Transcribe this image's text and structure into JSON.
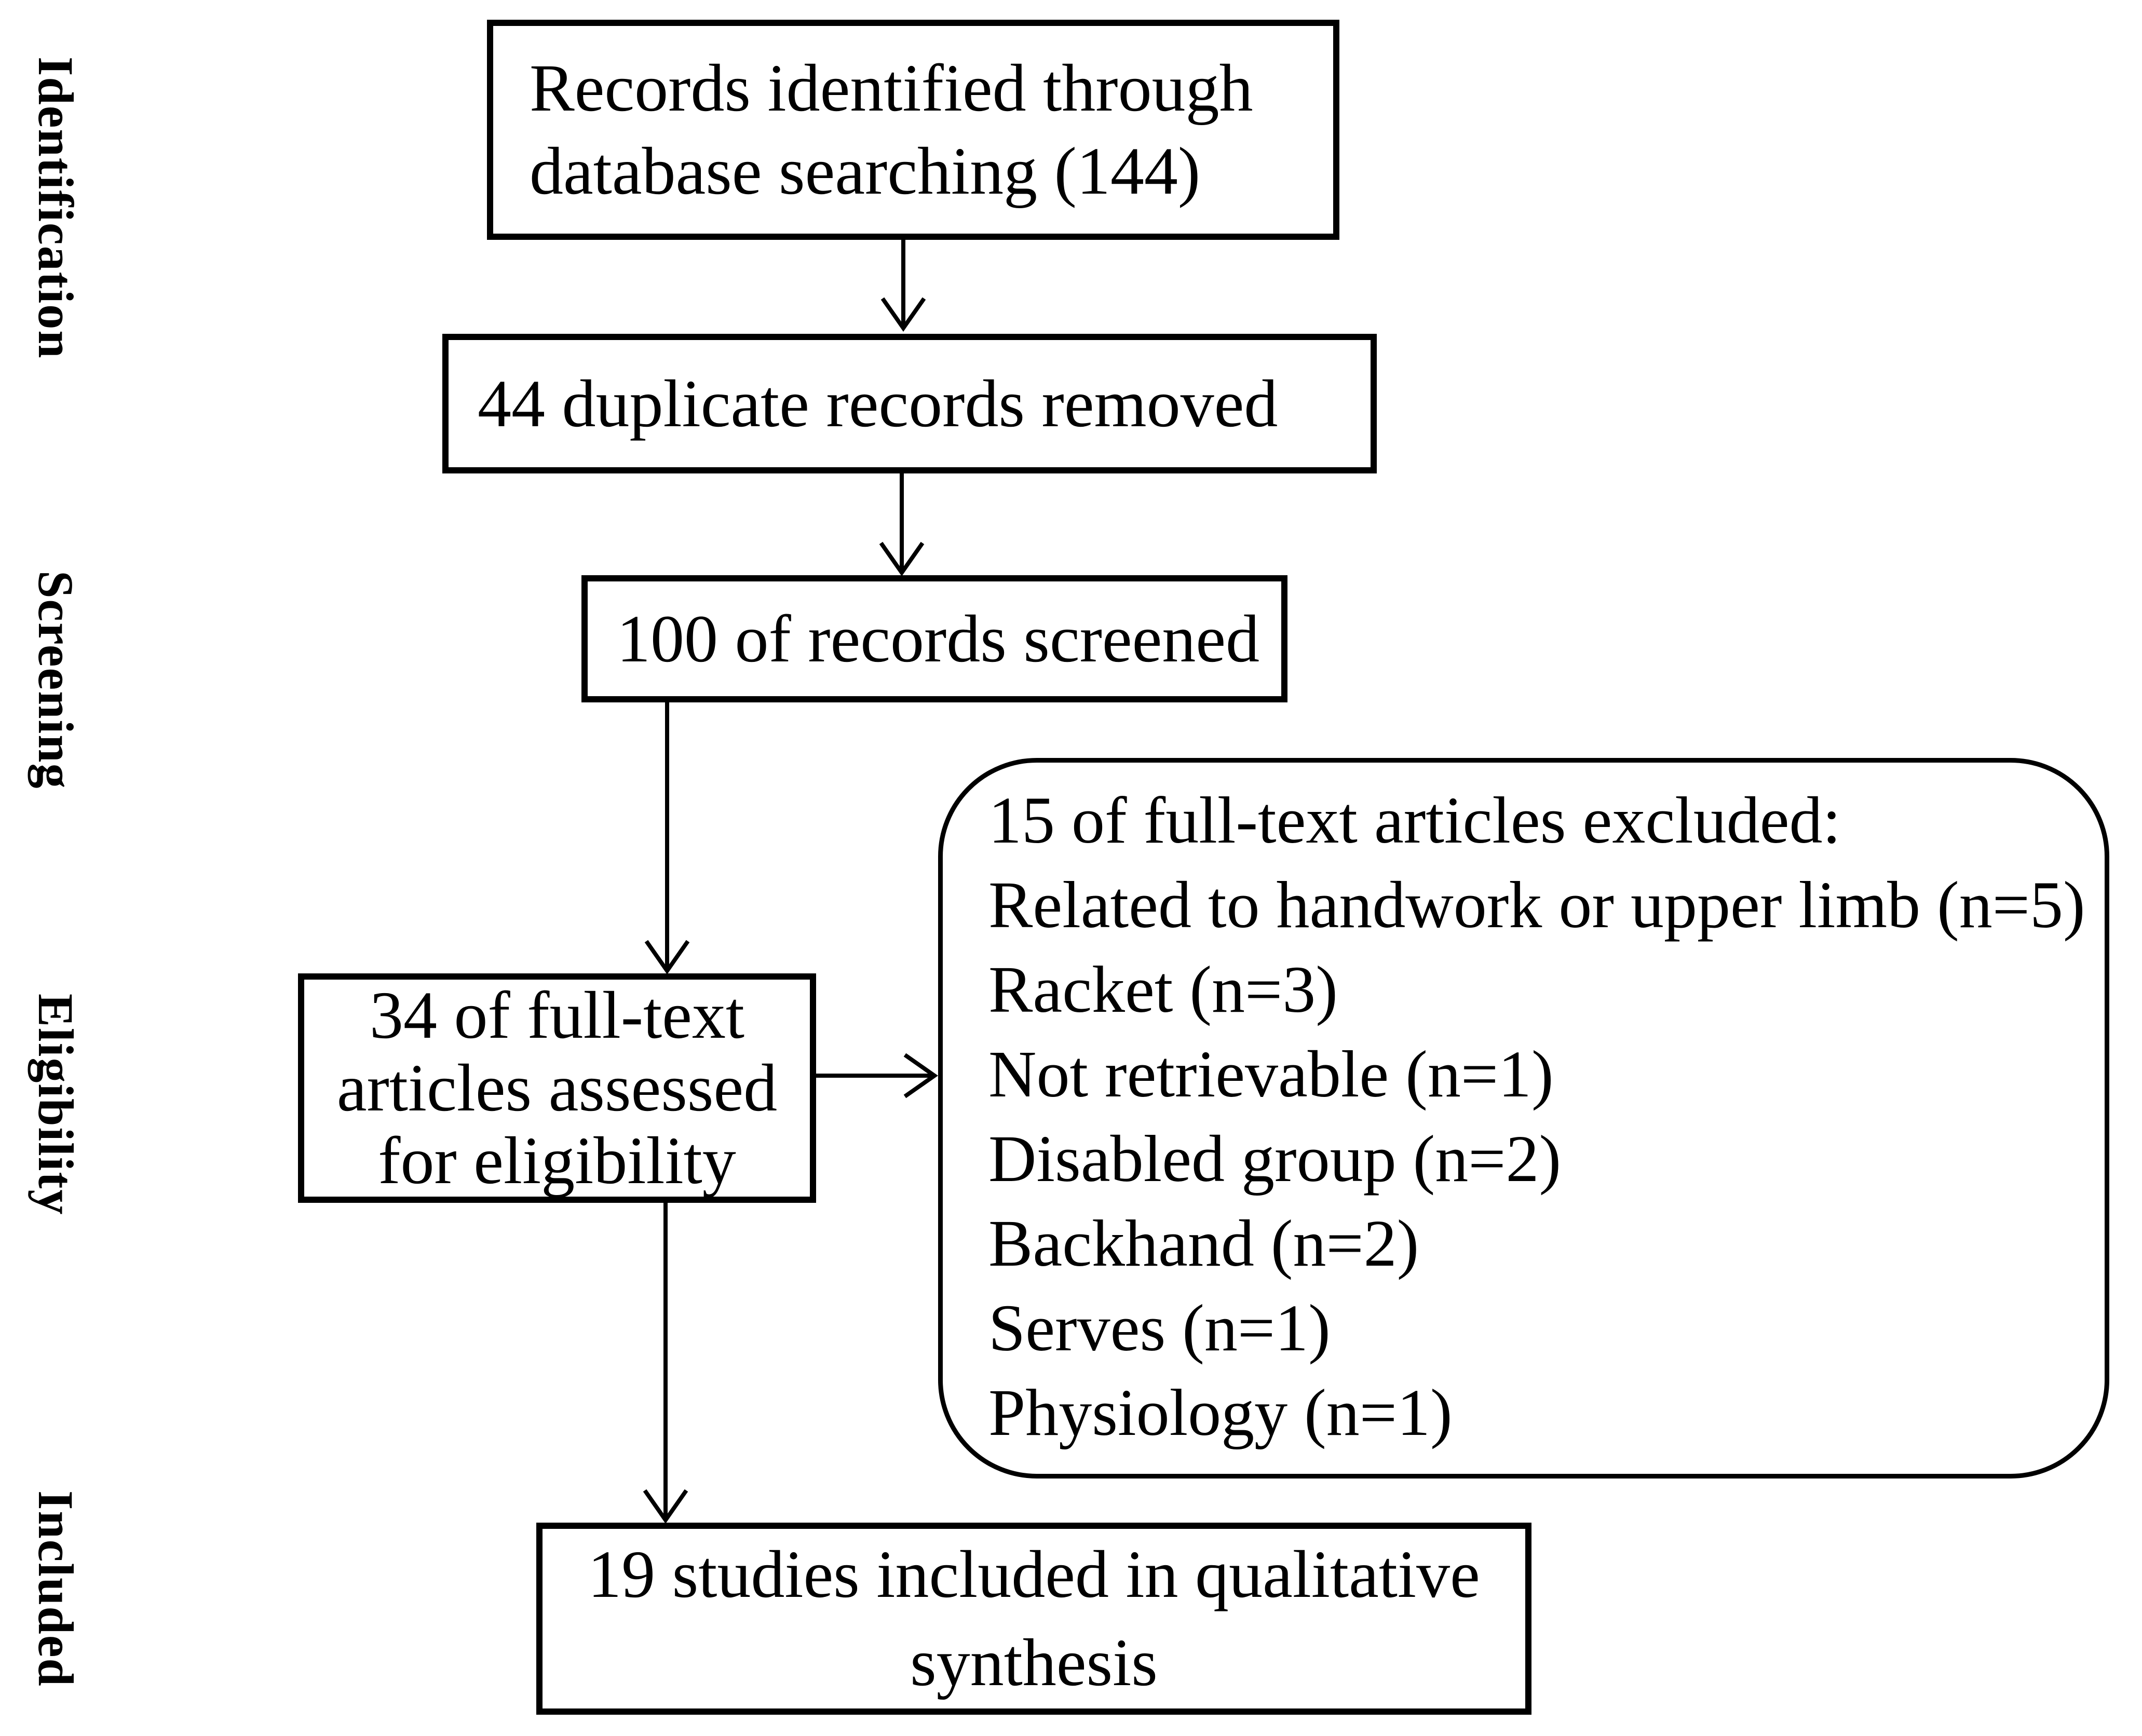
{
  "figure": {
    "kind": "prisma-flow-diagram",
    "background": "#ffffff",
    "ink": "#000000"
  },
  "phase_labels": [
    "Identification",
    "Screening",
    "Eligibility",
    "Included"
  ],
  "boxes": {
    "identified": {
      "lines": [
        "Records identified through",
        "database searching (144)"
      ]
    },
    "duplicates_removed": {
      "lines": [
        "44 duplicate records removed"
      ]
    },
    "records_screened": {
      "lines": [
        "100 of records screened"
      ]
    },
    "fulltext_assessed": {
      "lines": [
        "34 of full-text",
        "articles assessed",
        "for eligibility"
      ]
    },
    "fulltext_excluded": {
      "lines": [
        "15 of full-text articles excluded:",
        "Related to handwork or upper limb (n=5)",
        "Racket (n=3)",
        "Not retrievable (n=1)",
        "Disabled group (n=2)",
        "Backhand (n=2)",
        "Serves (n=1)",
        "Physiology (n=1)"
      ]
    },
    "qualitative_synthesis": {
      "lines": [
        "19 studies included in qualitative",
        "synthesis"
      ]
    }
  }
}
